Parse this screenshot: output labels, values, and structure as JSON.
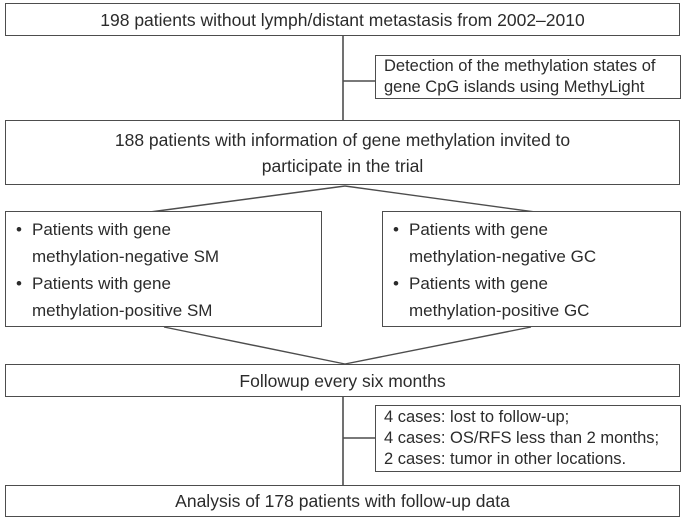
{
  "flowchart": {
    "bullet_glyph": "•",
    "colors": {
      "border": "#4d4d4d",
      "line": "#4d4d4d",
      "text": "#2b2b2b",
      "background": "#ffffff"
    },
    "boxes": {
      "enrollment": {
        "text": "198 patients without lymph/distant metastasis from 2002–2010"
      },
      "methylation_note": {
        "text": "Detection of the methylation states of\ngene CpG islands using MethyLight"
      },
      "invited": {
        "text": "188 patients with information of gene methylation invited to\nparticipate in the trial"
      },
      "sm_groups": {
        "items": [
          "Patients with gene\nmethylation-negative SM",
          "Patients with gene\nmethylation-positive SM"
        ]
      },
      "gc_groups": {
        "items": [
          "Patients with gene\nmethylation-negative GC",
          "Patients with gene\nmethylation-positive GC"
        ]
      },
      "followup": {
        "text": "Followup every six months"
      },
      "exclusions": {
        "text": "4 cases: lost to follow-up;\n4 cases: OS/RFS less than 2 months;\n2 cases: tumor in other locations."
      },
      "analysis": {
        "text": "Analysis of 178 patients with follow-up data"
      }
    }
  }
}
